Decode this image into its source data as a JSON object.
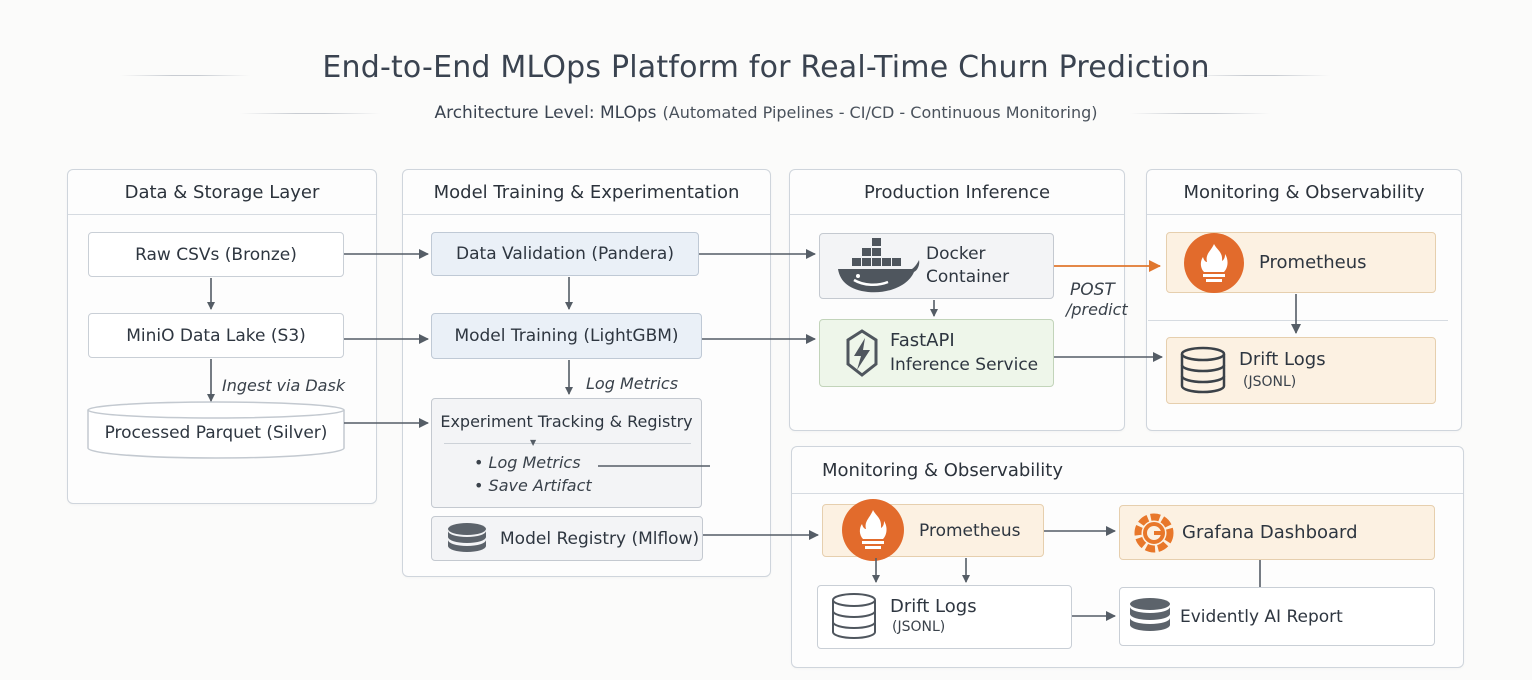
{
  "header": {
    "title": "End-to-End MLOps Platform for Real-Time Churn Prediction",
    "subtitle": "Architecture Level: MLOps",
    "subtitle_detail": "(Automated Pipelines - CI/CD - Continuous Monitoring)"
  },
  "data_layer": {
    "title": "Data & Storage Layer",
    "raw": "Raw CSVs (Bronze)",
    "lake": "MiniO Data Lake (S3)",
    "ingest": "Ingest via Dask",
    "parquet": "Processed Parquet (Silver)"
  },
  "training": {
    "title": "Model Training & Experimentation",
    "validation": "Data Validation (Pandera)",
    "training": "Model Training (LightGBM)",
    "log_metrics_edge": "Log Metrics",
    "tracking": "Experiment Tracking & Registry",
    "bullet1": "Log Metrics",
    "bullet2": "Save Artifact",
    "registry": "Model Registry (Mlflow)"
  },
  "inference": {
    "title": "Production Inference",
    "docker_line1": "Docker",
    "docker_line2": "Container",
    "fastapi_line1": "FastAPI",
    "fastapi_line2": "Inference Service",
    "post_line1": "POST",
    "post_line2": "/predict"
  },
  "monitoring_top": {
    "title": "Monitoring & Observability",
    "prometheus": "Prometheus",
    "drift_line1": "Drift Logs",
    "drift_line2": "(JSONL)"
  },
  "monitoring_bottom": {
    "title": "Monitoring & Observability",
    "prometheus": "Prometheus",
    "grafana": "Grafana Dashboard",
    "drift_line1": "Drift Logs",
    "drift_line2": "(JSONL)",
    "evidently": "Evidently AI Report"
  },
  "colors": {
    "arrow": "#555d66",
    "orange_arrow": "#e0772e",
    "prometheus": "#e26b2c",
    "grafana": "#e8772a",
    "db_icon": "#5c636b"
  }
}
